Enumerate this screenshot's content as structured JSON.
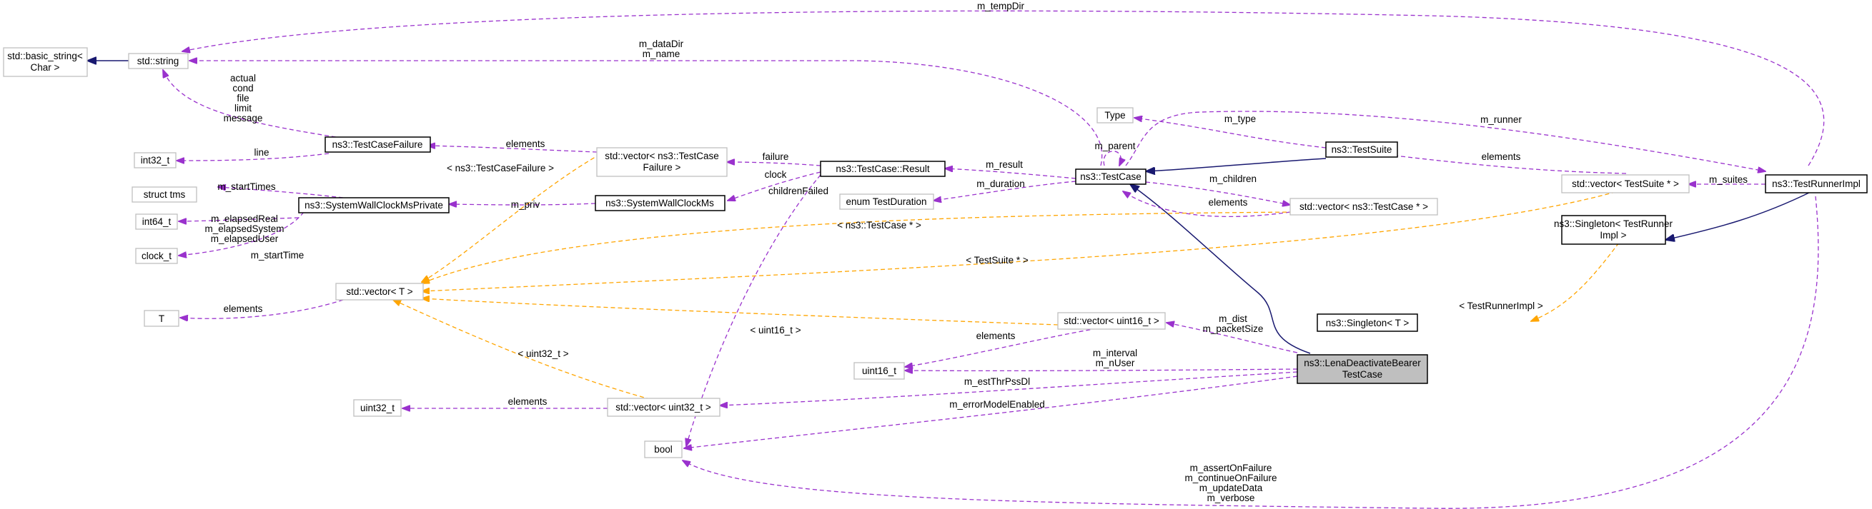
{
  "colors": {
    "usage_edge": "#9a32cd",
    "template_edge": "#ffa500",
    "inheritance_edge": "#191970",
    "focus_fill": "#bfbfbf"
  },
  "nodes": {
    "basic_string": [
      "std::basic_string<",
      "Char >"
    ],
    "std_string": [
      "std::string"
    ],
    "int32_t": [
      "int32_t"
    ],
    "testcasefailure": [
      "ns3::TestCaseFailure"
    ],
    "vector_tcf": [
      "std::vector< ns3::TestCase",
      "Failure >"
    ],
    "result": [
      "ns3::TestCase::Result"
    ],
    "systemwallclockms": [
      "ns3::SystemWallClockMs"
    ],
    "struct_tms": [
      "struct tms"
    ],
    "wallclockpriv": [
      "ns3::SystemWallClockMsPrivate"
    ],
    "int64_t": [
      "int64_t"
    ],
    "clock_t": [
      "clock_t"
    ],
    "vector_t": [
      "std::vector< T >"
    ],
    "t": [
      "T"
    ],
    "type": [
      "Type"
    ],
    "enum_testduration": [
      "enum TestDuration"
    ],
    "testcase": [
      "ns3::TestCase"
    ],
    "testsuite": [
      "ns3::TestSuite"
    ],
    "vector_tc_ptr": [
      "std::vector< ns3::TestCase * >"
    ],
    "vector_ts_ptr": [
      "std::vector< TestSuite * >"
    ],
    "testrunnerimpl": [
      "ns3::TestRunnerImpl"
    ],
    "singleton_tri": [
      "ns3::Singleton< TestRunner",
      "Impl >"
    ],
    "singleton_t": [
      "ns3::Singleton< T >"
    ],
    "vector_u16": [
      "std::vector< uint16_t >"
    ],
    "uint16_t": [
      "uint16_t"
    ],
    "lena": [
      "ns3::LenaDeactivateBearer",
      "TestCase"
    ],
    "uint32_t": [
      "uint32_t"
    ],
    "vector_u32": [
      "std::vector< uint32_t >"
    ],
    "bool": [
      "bool"
    ]
  },
  "labels": {
    "m_tempDir": [
      "m_tempDir"
    ],
    "m_dataDir_name": [
      "m_dataDir",
      "m_name"
    ],
    "failure_fields": [
      "actual",
      "cond",
      "file",
      "limit",
      "message"
    ],
    "line": [
      "line"
    ],
    "elements_tcf": [
      "elements"
    ],
    "failure": [
      "failure"
    ],
    "clock": [
      "clock"
    ],
    "m_result": [
      "m_result"
    ],
    "m_parent": [
      "m_parent"
    ],
    "m_type": [
      "m_type"
    ],
    "m_runner": [
      "m_runner"
    ],
    "elements_ts": [
      "elements"
    ],
    "m_suites": [
      "m_suites"
    ],
    "tmpl_tcf": [
      "< ns3::TestCaseFailure >"
    ],
    "m_startTimes": [
      "m_startTimes"
    ],
    "m_priv": [
      "m_priv"
    ],
    "m_duration": [
      "m_duration"
    ],
    "m_children": [
      "m_children"
    ],
    "childrenFailed": [
      "childrenFailed"
    ],
    "elements_tc": [
      "elements"
    ],
    "m_elapsed": [
      "m_elapsedReal",
      "m_elapsedSystem",
      "m_elapsedUser"
    ],
    "tmpl_tc_ptr": [
      "< ns3::TestCase * >"
    ],
    "m_startTime": [
      "m_startTime"
    ],
    "tmpl_ts_ptr": [
      "< TestSuite * >"
    ],
    "elements_t": [
      "elements"
    ],
    "tmpl_tri": [
      "< TestRunnerImpl >"
    ],
    "tmpl_u16": [
      "< uint16_t >"
    ],
    "m_dist": [
      "m_dist",
      "m_packetSize"
    ],
    "elements_u16": [
      "elements"
    ],
    "m_interval": [
      "m_interval",
      "m_nUser"
    ],
    "tmpl_u32": [
      "< uint32_t >"
    ],
    "m_estThrPssDl": [
      "m_estThrPssDl"
    ],
    "elements_u32": [
      "elements"
    ],
    "m_errorModelEnabled": [
      "m_errorModelEnabled"
    ],
    "bool_fields": [
      "m_assertOnFailure",
      "m_continueOnFailure",
      "m_updateData",
      "m_verbose"
    ]
  }
}
